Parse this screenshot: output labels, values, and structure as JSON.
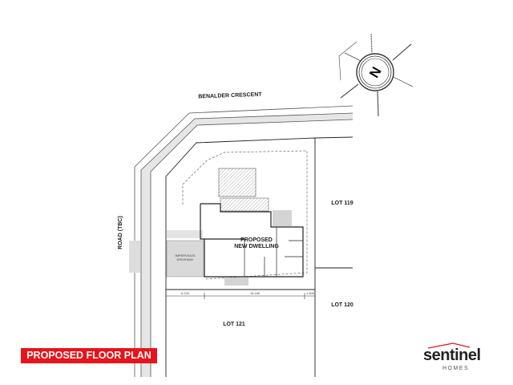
{
  "streets": {
    "north": "BENALDER CRESCENT",
    "west": "ROAD (TBC)"
  },
  "lots": {
    "east_upper": "LOT 119",
    "east_lower": "LOT 120",
    "south": "LOT 121"
  },
  "building": {
    "line1": "PROPOSED",
    "line2": "NEW DWELLING"
  },
  "driveway": {
    "line1": "IMPERVIOUS",
    "line2": "DRIVEWAY"
  },
  "dimensions": {
    "left": "6.220",
    "middle": "16.180",
    "right": "1.600"
  },
  "compass": {
    "letter": "N"
  },
  "footer": {
    "title": "PROPOSED FLOOR PLAN",
    "title_color": "#e8141b"
  },
  "brand": {
    "name": "sentinel",
    "sub": "HOMES",
    "accent": "#e8141b"
  }
}
